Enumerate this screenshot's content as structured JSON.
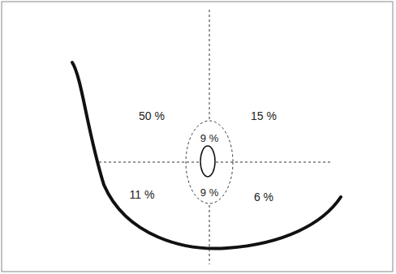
{
  "diagram": {
    "nodes": [
      {
        "text": [
          "9 %",
          "9 %"
        ]
      }
    ],
    "labels": [
      "50 %",
      "15 %",
      "11 %",
      "6 %"
    ]
  }
}
